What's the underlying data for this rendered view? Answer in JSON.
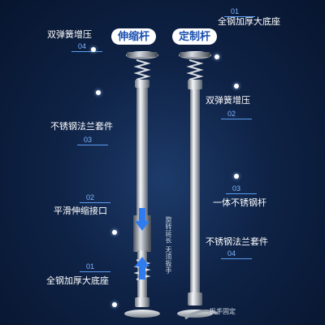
{
  "headers": {
    "telescopic": "伸缩杆",
    "custom": "定制杆"
  },
  "left_callouts": {
    "spring": {
      "label": "双弹簧增压",
      "num": "04"
    },
    "flange": {
      "label": "不锈钢法兰套件",
      "num": "03"
    },
    "joint": {
      "label": "平滑伸缩接口",
      "num": "02"
    },
    "base": {
      "label": "全钢加厚大底座",
      "num": "01"
    }
  },
  "right_callouts": {
    "base": {
      "label": "全钢加厚大底座",
      "num": "01"
    },
    "spring": {
      "label": "双弹簧增压",
      "num": "02"
    },
    "rod": {
      "label": "一体不锈钢杆",
      "num": "03"
    },
    "flange": {
      "label": "不锈钢法兰套件",
      "num": "04"
    }
  },
  "notes": {
    "rotate_extend": "旋转延长 无须扳手",
    "wrench_fix": "扳手固定"
  },
  "colors": {
    "accent_blue": "#1b4fb0",
    "number_blue": "#7fb4ff",
    "arrow_blue": "#2f7cf0"
  }
}
